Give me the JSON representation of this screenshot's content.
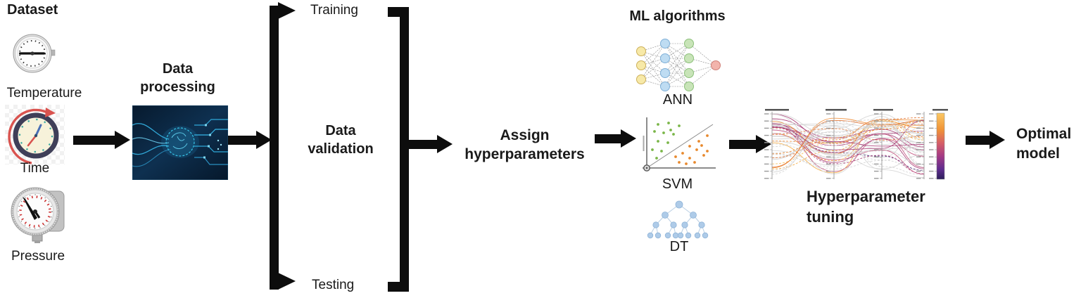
{
  "figure": {
    "description": "Machine learning workflow diagram from sensor dataset to optimal model"
  },
  "colors": {
    "arrow": "#0d0d0d",
    "text": "#1a1a1a",
    "pc_gray": "#d4d4d4",
    "pc_palette_warm": [
      "#f6bf56",
      "#f5a93b",
      "#ee8a31",
      "#e2702c"
    ],
    "pc_palette_cool": [
      "#c2527e",
      "#a73a74",
      "#6f2d87",
      "#472a75",
      "#2e2a5e"
    ],
    "ann_layer_colors": [
      "#f7e9a8",
      "#bedcf2",
      "#c8e4b8",
      "#f2b4ac"
    ],
    "ann_layer_strokes": [
      "#cdb05a",
      "#7fb0d8",
      "#8cc07a",
      "#d08078"
    ],
    "svm_class_colors": [
      "#7ab648",
      "#e8892e"
    ],
    "dt_node_color": "#aecbe8",
    "processing_image_accent": "#35b6e8"
  },
  "dataset": {
    "title": "Dataset",
    "items": [
      {
        "label": "Temperature",
        "icon": "temperature-gauge-icon"
      },
      {
        "label": "Time",
        "icon": "clock-icon"
      },
      {
        "label": "Pressure",
        "icon": "pressure-gauge-icon"
      }
    ]
  },
  "data_processing": {
    "line1": "Data",
    "line2": "processing"
  },
  "split": {
    "training": "Training",
    "validation_line1": "Data",
    "validation_line2": "validation",
    "testing": "Testing"
  },
  "assign_hyperparameters": {
    "line1": "Assign",
    "line2": "hyperparameters"
  },
  "ml_algorithms": {
    "title": "ML algorithms",
    "items": [
      {
        "label": "ANN"
      },
      {
        "label": "SVM"
      },
      {
        "label": "DT"
      }
    ]
  },
  "hyperparameter_tuning": {
    "line1": "Hyperparameter",
    "line2": "tuning"
  },
  "optimal_model": {
    "line1": "Optimal",
    "line2": "model"
  }
}
